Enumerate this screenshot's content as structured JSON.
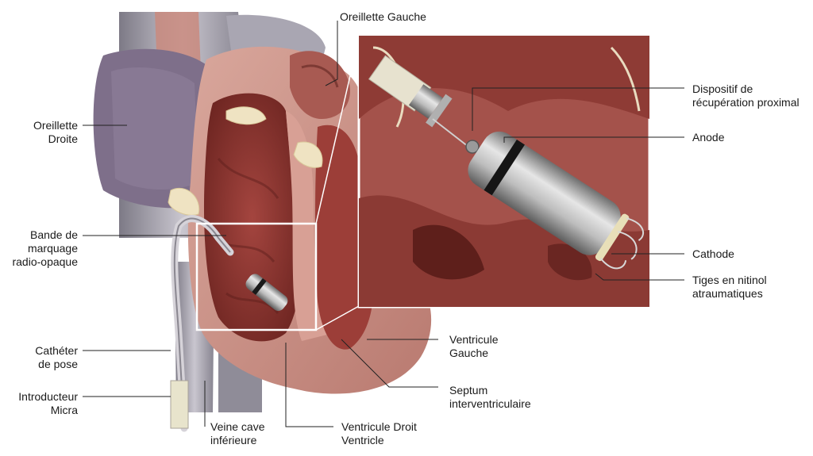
{
  "labels": {
    "oreillette_gauche": "Oreillette Gauche",
    "oreillette_droite": "Oreillette\nDroite",
    "bande": "Bande de\nmarquage\nradio-opaque",
    "catheter": "Cathéter\nde pose",
    "introducteur": "Introducteur\nMicra",
    "veine_cave": "Veine cave\ninférieure",
    "ventricule_droit": "Ventricule Droit\nVentricle",
    "septum": "Septum\ninterventriculaire",
    "ventricule_gauche": "Ventricule\nGauche",
    "dispositif": "Dispositif de\nrécupération proximal",
    "anode": "Anode",
    "cathode": "Cathode",
    "tiges": "Tiges en nitinol\natraumatiques"
  },
  "colors": {
    "myocardium": "#b86c62",
    "tissue_light": "#e8cabf",
    "vessel": "#9a97a2",
    "atrium_purple": "#7e6f8a",
    "leader_line": "#222222",
    "device_metal": "#a8a8a8"
  }
}
